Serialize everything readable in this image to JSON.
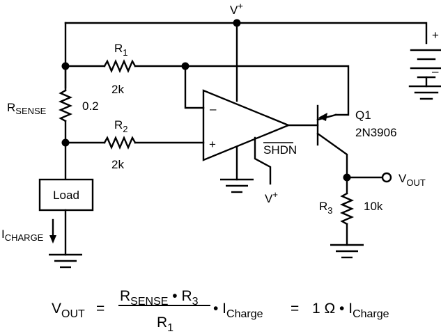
{
  "supply": {
    "label": "V",
    "sup": "+"
  },
  "battery": {
    "plus": "+",
    "minus": "–"
  },
  "r1": {
    "name": "R",
    "sub": "1",
    "value": "2k"
  },
  "r2": {
    "name": "R",
    "sub": "2",
    "value": "2k"
  },
  "rsense": {
    "name": "R",
    "sub": "SENSE",
    "value": "0.2"
  },
  "opamp": {
    "minus": "–",
    "plus": "+",
    "shdn": "SHDN"
  },
  "shdn_supply": {
    "label": "V",
    "sup": "+"
  },
  "load": {
    "label": "Load"
  },
  "icharge": {
    "name": "I",
    "sub": "CHARGE"
  },
  "q1": {
    "name": "Q1",
    "part": "2N3906"
  },
  "vout": {
    "name": "V",
    "sub": "OUT"
  },
  "r3": {
    "name": "R",
    "sub": "3",
    "value": "10k"
  },
  "equation": {
    "lhs": "V",
    "lhs_sub": "OUT",
    "eq1": "=",
    "num_r": "R",
    "num_r_sub": "SENSE",
    "num_mid": " • R",
    "num_r3_sub": "3",
    "den_r": "R",
    "den_r_sub": "1",
    "mult": "• I",
    "charge_sub": "Charge",
    "eq2": "=",
    "rhs": "1 Ω • I",
    "rhs_sub": "Charge"
  }
}
